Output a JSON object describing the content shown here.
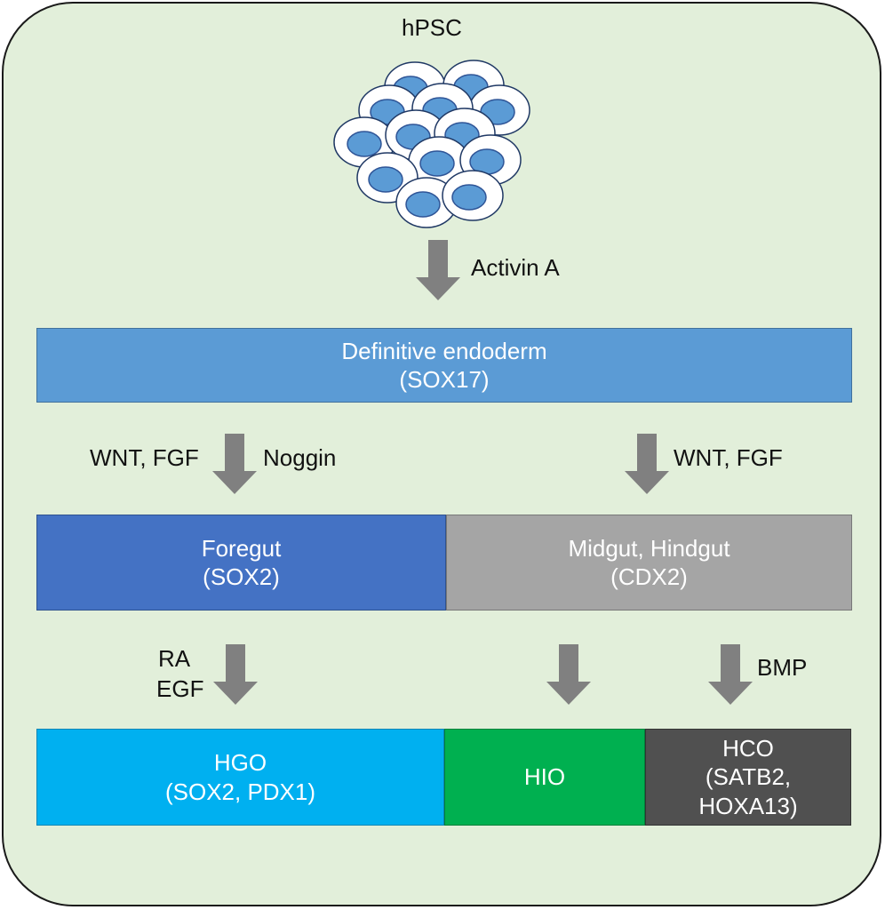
{
  "title": "hPSC",
  "steps": {
    "activin": "Activin A",
    "foregut_left": "WNT,  FGF",
    "foregut_right": "Noggin",
    "hindgut": "WNT,  FGF",
    "ra": "RA",
    "egf": "EGF",
    "bmp": "BMP"
  },
  "boxes": {
    "endoderm": {
      "line1": "Definitive endoderm",
      "line2": "(SOX17)"
    },
    "foregut": {
      "line1": "Foregut",
      "line2": "(SOX2)"
    },
    "midgut": {
      "line1": "Midgut, Hindgut",
      "line2": "(CDX2)"
    },
    "hgo": {
      "line1": "HGO",
      "line2": "(SOX2, PDX1)"
    },
    "hio": {
      "line1": "HIO"
    },
    "hco": {
      "line1": "HCO",
      "line2": "(SATB2,",
      "line3": "HOXA13)"
    }
  },
  "colors": {
    "panel": "#e2efda",
    "endoderm": "#5b9bd5",
    "foregut": "#4472c4",
    "midgut": "#a5a5a5",
    "hgo": "#00b0f0",
    "hio": "#00b050",
    "hco": "#505050",
    "arrow": "#808080",
    "cell_nucleus": "#5b9bd5"
  }
}
